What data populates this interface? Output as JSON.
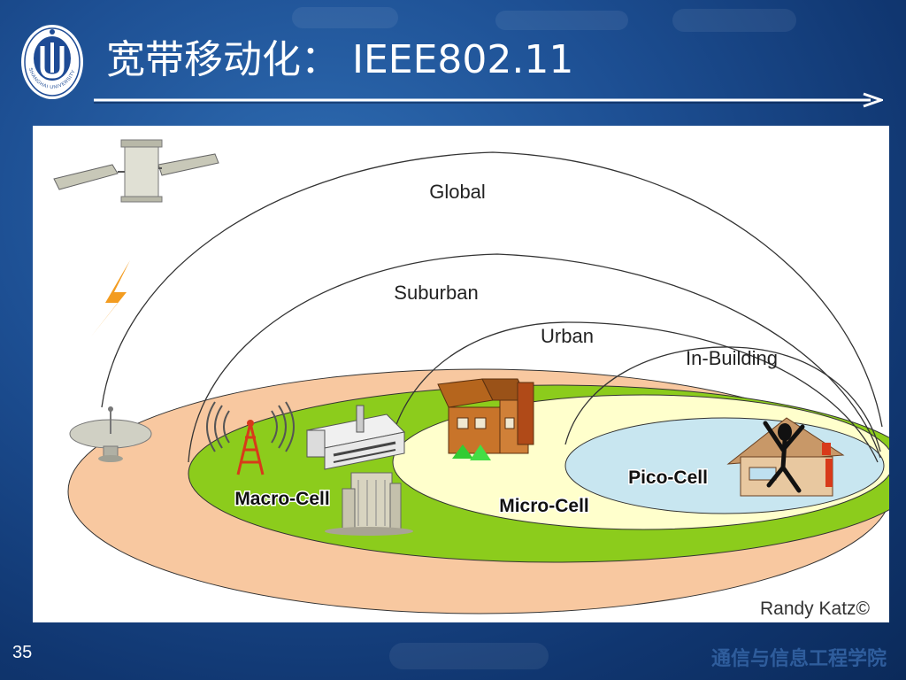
{
  "slide": {
    "title": "宽带移动化： IEEE802.11",
    "page_number": "35",
    "footer": "通信与信息工程学院"
  },
  "logo": {
    "icon": "shanghai-university-seal-icon",
    "text": "SHANGHAI UNIVERSITY"
  },
  "diagram": {
    "domes": [
      "Global",
      "Suburban",
      "Urban",
      "In-Building"
    ],
    "cells": [
      "Macro-Cell",
      "Micro-Cell",
      "Pico-Cell"
    ],
    "credit": "Randy Katz©",
    "colors": {
      "global_ground": "#f8c8a0",
      "macro_ground": "#8ccc1c",
      "micro_ground": "#ffffcc",
      "pico_ground": "#c8e6f0",
      "lightning": "#f39c20",
      "tower": "#d83a1a",
      "house": "#b5651d",
      "accent_blue": "#2f5d9c"
    },
    "icons": [
      "satellite-icon",
      "lightning-icon",
      "satellite-dish-icon",
      "radio-tower-icon",
      "office-building-icon",
      "skyscraper-icon",
      "house-icon",
      "person-dancing-icon",
      "home-icon"
    ]
  }
}
